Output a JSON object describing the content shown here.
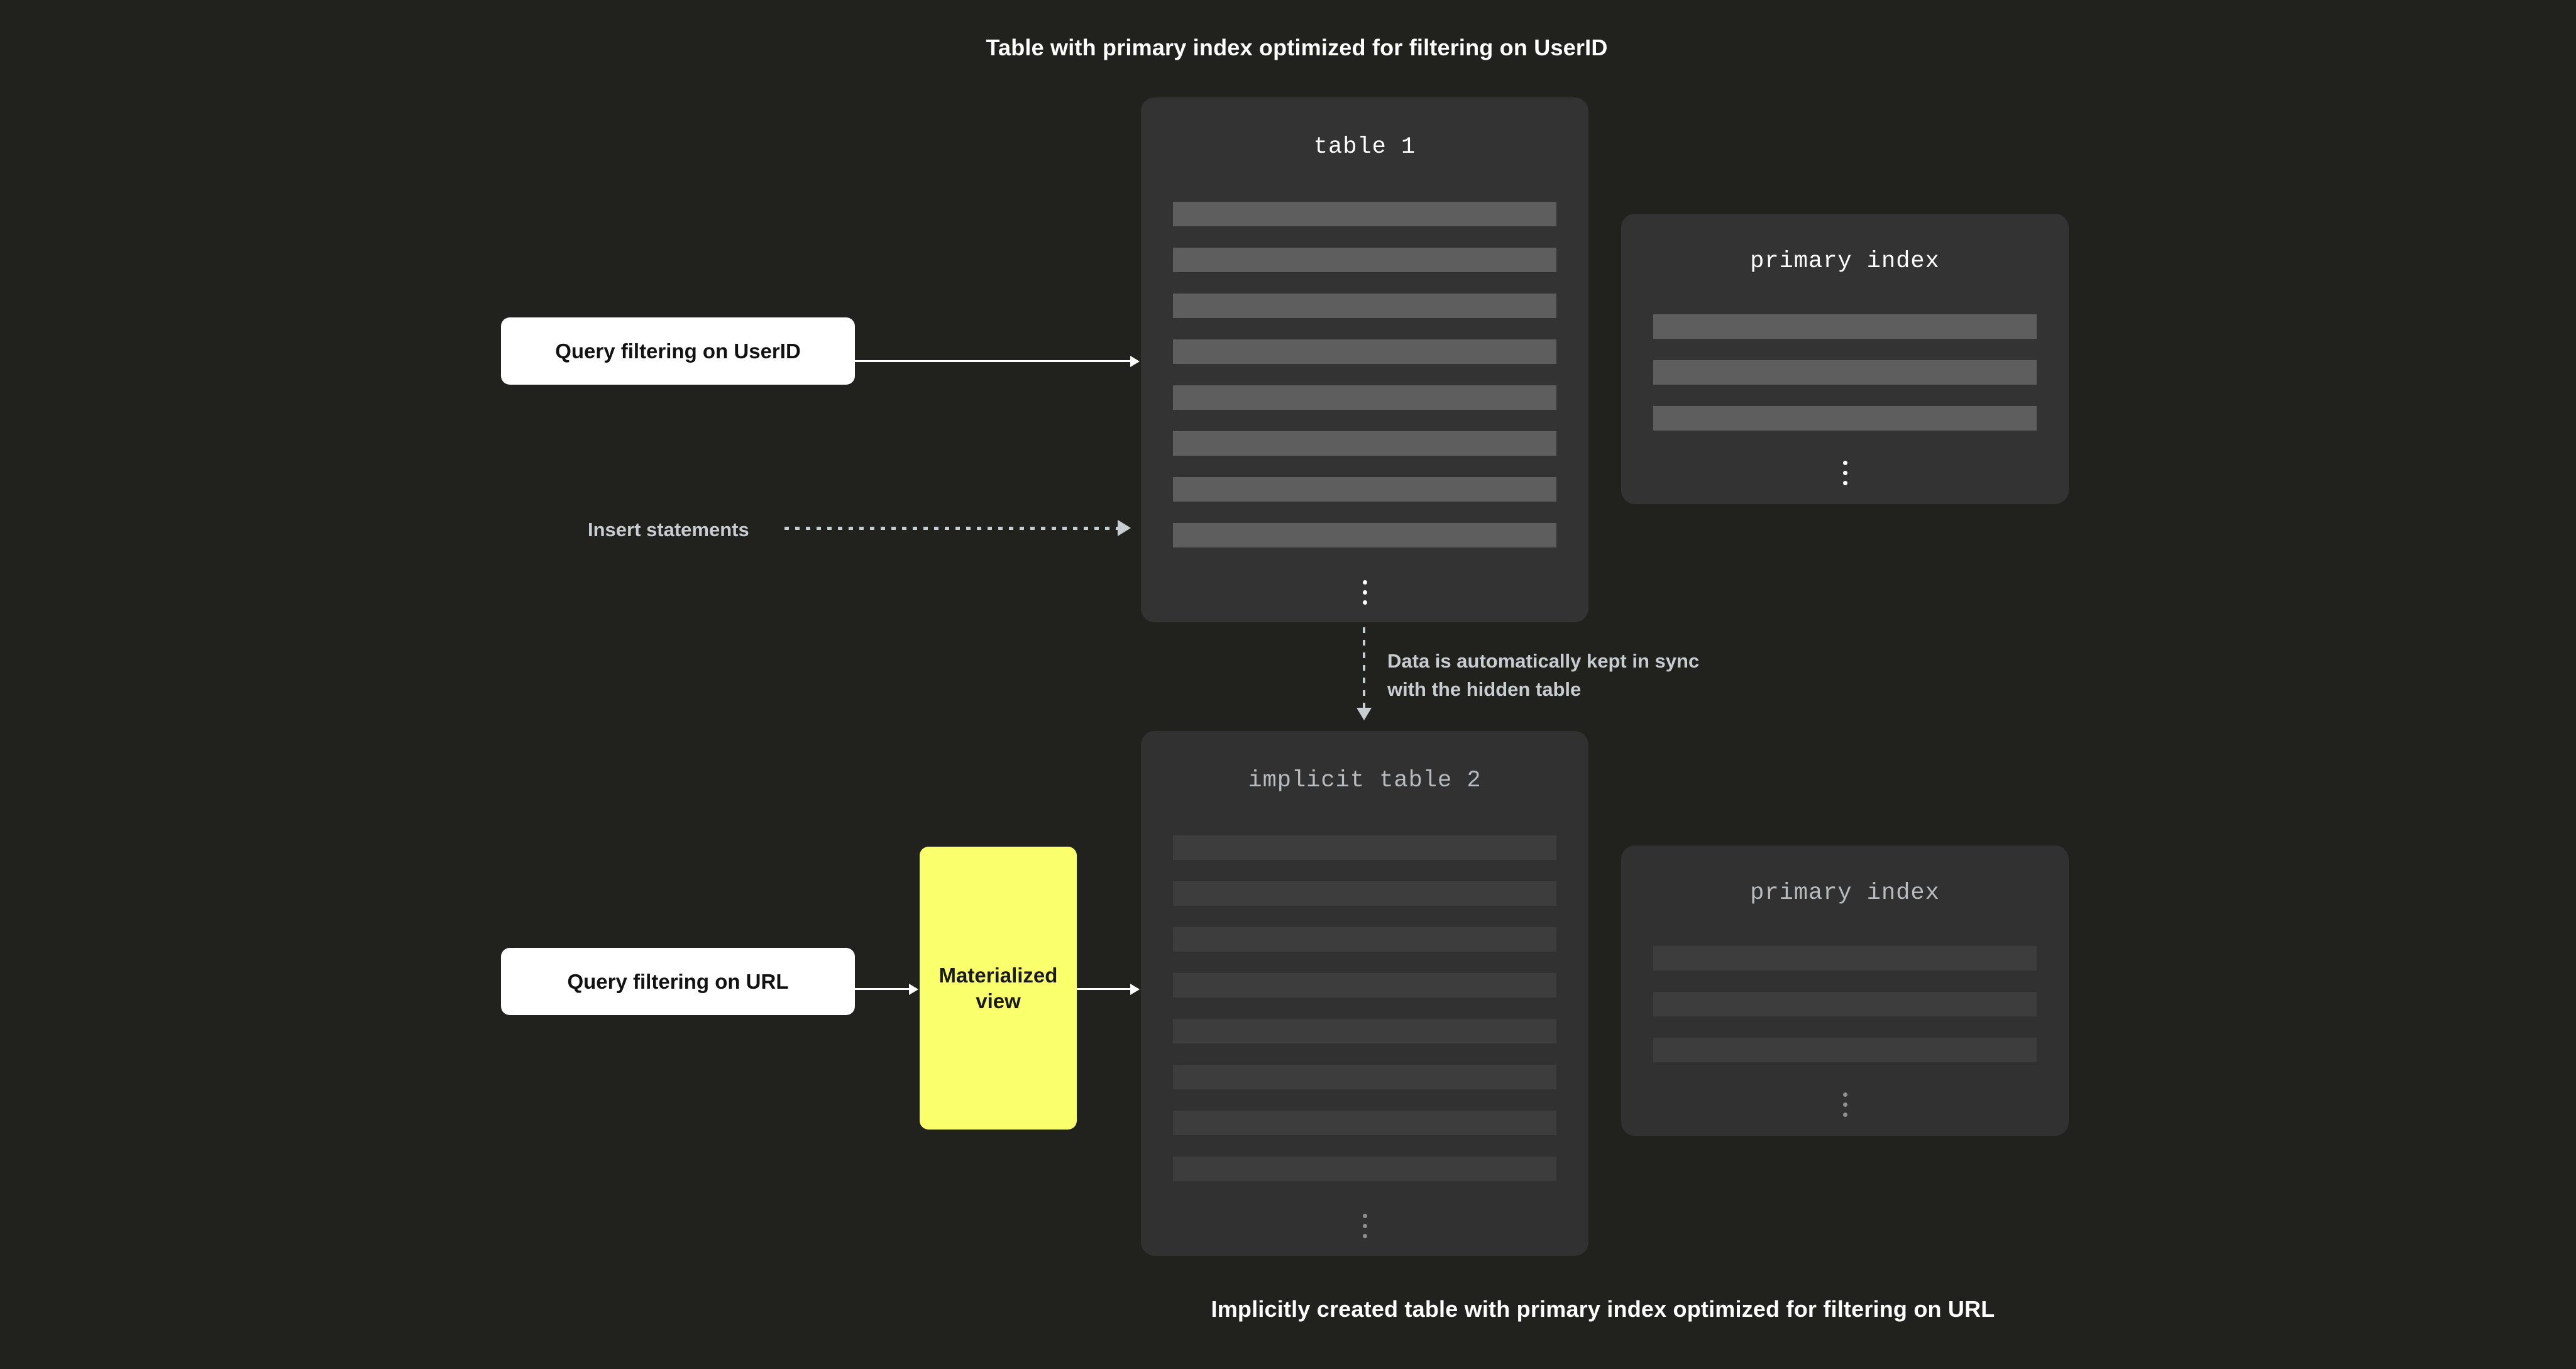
{
  "page": {
    "background_color": "#21211e",
    "top_caption": "Table with primary index optimized for filtering on UserID",
    "bottom_caption": "Implicitly created table with primary index optimized for filtering on URL"
  },
  "colors": {
    "accent_yellow": "#faff6c",
    "panel_bg": "#333333",
    "panel_bg_dim": "#313131",
    "row_fill": "#5e5e5e",
    "row_fill_dim": "#3d3d3d",
    "connector": "#ffffff",
    "muted_text": "#c8cdd1",
    "query_box_bg": "#ffffff",
    "query_box_text": "#121212"
  },
  "panels": {
    "table1": {
      "title": "table 1",
      "row_count": 8,
      "has_ellipsis": true,
      "dimmed": false
    },
    "primary_index_top": {
      "title": "primary index",
      "row_count": 3,
      "has_ellipsis": true,
      "dimmed": false
    },
    "table2": {
      "title": "implicit table 2",
      "row_count": 8,
      "has_ellipsis": true,
      "dimmed": true
    },
    "primary_index_bottom": {
      "title": "primary index",
      "row_count": 3,
      "has_ellipsis": true,
      "dimmed": true
    }
  },
  "nodes": {
    "query_userid": "Query filtering on UserID",
    "query_url": "Query filtering on URL",
    "materialized_view": "Materialized view"
  },
  "connectors": {
    "insert_statements": "Insert statements",
    "sync_note": "Data is automatically kept in sync\nwith the hidden table"
  }
}
